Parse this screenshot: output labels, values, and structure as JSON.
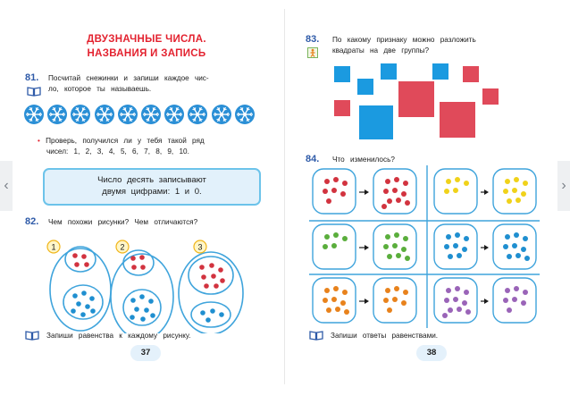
{
  "left_page": {
    "title_line1": "ДВУЗНАЧНЫЕ ЧИСЛА.",
    "title_line2": "НАЗВАНИЯ И ЗАПИСЬ",
    "ex81": {
      "number": "81.",
      "text_line1": "Посчитай снежинки и запиши каждое чис-",
      "text_line2": "ло, которое ты называешь.",
      "snowflake_count": 10,
      "check_line1": "Проверь, получился ли у тебя такой ряд",
      "check_line2": "чисел: 1, 2, 3, 4, 5, 6, 7, 8, 9, 10."
    },
    "rule": {
      "line1": "Число десять записывают",
      "line2": "двумя цифрами: 1 и 0."
    },
    "ex82": {
      "number": "82.",
      "text": "Чем похожи рисунки? Чем отличаются?",
      "labels": [
        "1",
        "2",
        "3"
      ],
      "footer": "Запиши равенства к каждому рисунку."
    },
    "page_number": "37"
  },
  "right_page": {
    "ex83": {
      "number": "83.",
      "text_line1": "По какому признаку можно разложить",
      "text_line2": "квадраты на две группы?"
    },
    "ex84": {
      "number": "84.",
      "text": "Что изменилось?",
      "footer": "Запиши ответы равенствами."
    },
    "page_number": "38"
  },
  "nav": {
    "prev_icon": "chevron-left-icon",
    "next_icon": "chevron-right-icon",
    "prev_glyph": "‹",
    "next_glyph": "›"
  },
  "colors": {
    "title_red": "#e3222f",
    "exercise_blue": "#2e5aa8",
    "dot_red": "#d2333f",
    "dot_blue": "#1f8fd0",
    "dot_yellow": "#f0d21a",
    "dot_green": "#5aae3c",
    "dot_orange": "#e8821c",
    "dot_purple": "#9a64b8",
    "square_blue": "#1b9ae0",
    "square_red": "#e04a5a",
    "outline_blue": "#3fa4dc"
  }
}
